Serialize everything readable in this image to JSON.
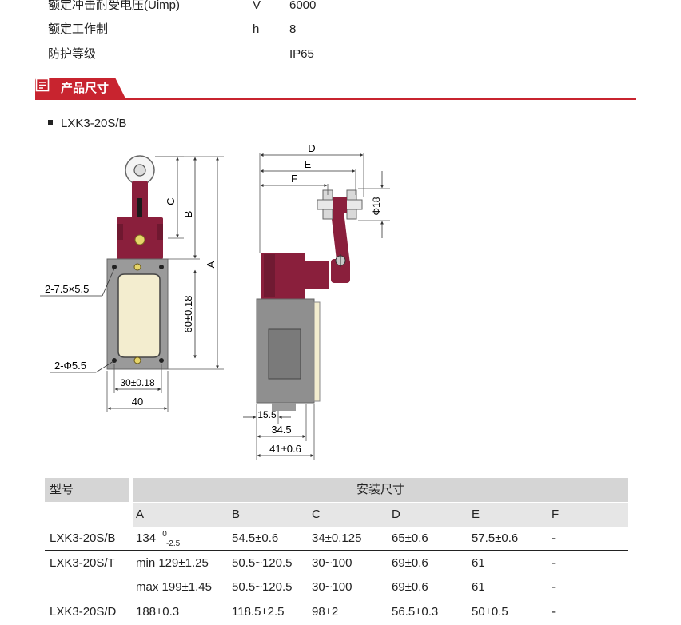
{
  "specs": [
    {
      "name": "额定冲击耐受电压(Uimp)",
      "unit": "V",
      "value": "6000"
    },
    {
      "name": "额定工作制",
      "unit": "h",
      "value": "8"
    },
    {
      "name": "防护等级",
      "unit": "",
      "value": "IP65"
    }
  ],
  "section": {
    "title": "产品尺寸",
    "accent_color": "#c8242f"
  },
  "model_heading": "LXK3-20S/B",
  "drawing": {
    "front_labels": {
      "c": "C",
      "b": "B",
      "a": "A",
      "slot": "2-7.5×5.5",
      "height": "60±0.18",
      "hole": "2-Φ5.5",
      "hole_spacing": "30±0.18",
      "width": "40"
    },
    "side_labels": {
      "d": "D",
      "e": "E",
      "f": "F",
      "diameter": "Φ18",
      "w1": "15.5",
      "w2": "34.5",
      "w3": "41±0.6"
    },
    "colors": {
      "maroon": "#8a1f3c",
      "grey": "#8f8f8f",
      "cream": "#f3edcf"
    }
  },
  "table": {
    "model_header": "型号",
    "group_header": "安装尺寸",
    "columns": [
      "A",
      "B",
      "C",
      "D",
      "E",
      "F"
    ],
    "rows": [
      {
        "model": "LXK3-20S/B",
        "a_base": "134",
        "a_upper": "0",
        "a_lower": "-2.5",
        "b": "54.5±0.6",
        "c": "34±0.125",
        "d": "65±0.6",
        "e": "57.5±0.6",
        "f": "-"
      },
      {
        "model": "LXK3-20S/T",
        "a": "min 129±1.25",
        "b": "50.5~120.5",
        "c": "30~100",
        "d": "69±0.6",
        "e": "61",
        "f": "-"
      },
      {
        "model": "",
        "a": "max 199±1.45",
        "b": "50.5~120.5",
        "c": "30~100",
        "d": "69±0.6",
        "e": "61",
        "f": "-"
      },
      {
        "model": "LXK3-20S/D",
        "a": "188±0.3",
        "b": "118.5±2.5",
        "c": "98±2",
        "d": "56.5±0.3",
        "e": "50±0.5",
        "f": "-"
      }
    ]
  }
}
